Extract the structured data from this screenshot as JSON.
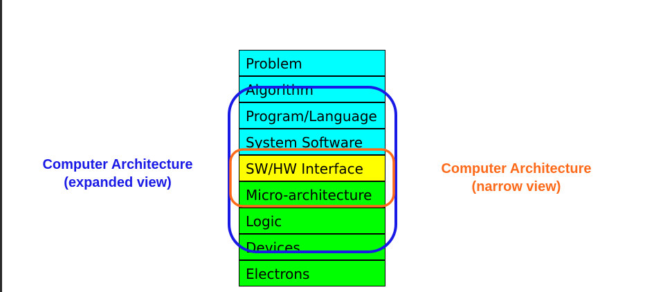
{
  "layers": [
    {
      "label": "Problem",
      "color": "#00FFFF"
    },
    {
      "label": "Algorithm",
      "color": "#00FFFF"
    },
    {
      "label": "Program/Language",
      "color": "#00FFFF"
    },
    {
      "label": "System Software",
      "color": "#00FFFF"
    },
    {
      "label": "SW/HW Interface",
      "color": "#FFFF00"
    },
    {
      "label": "Micro-architecture",
      "color": "#00FF00"
    },
    {
      "label": "Logic",
      "color": "#00FF00"
    },
    {
      "label": "Devices",
      "color": "#00FF00"
    },
    {
      "label": "Electrons",
      "color": "#00FF00"
    }
  ],
  "expanded_view": {
    "line1": "Computer Architecture",
    "line2": "(expanded view)",
    "color": "#1A1AE6"
  },
  "narrow_view": {
    "line1": "Computer Architecture",
    "line2": "(narrow view)",
    "color": "#FF6A1A"
  }
}
